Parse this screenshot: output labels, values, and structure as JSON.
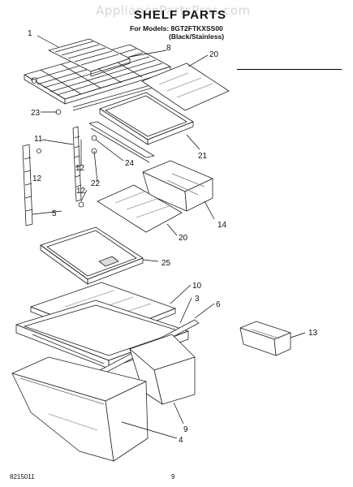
{
  "watermark": "AppliancePartsPros.com",
  "title": "SHELF PARTS",
  "models_label": "For Models: 8GT2FTKXSS00",
  "models_variant": "(Black/Stainless)",
  "footer_code": "8215011",
  "page_number": "9",
  "callouts": [
    "1",
    "8",
    "20",
    "23",
    "11",
    "12",
    "12",
    "22",
    "24",
    "21",
    "12",
    "5",
    "14",
    "20",
    "25",
    "10",
    "3",
    "6",
    "13",
    "9",
    "4"
  ]
}
